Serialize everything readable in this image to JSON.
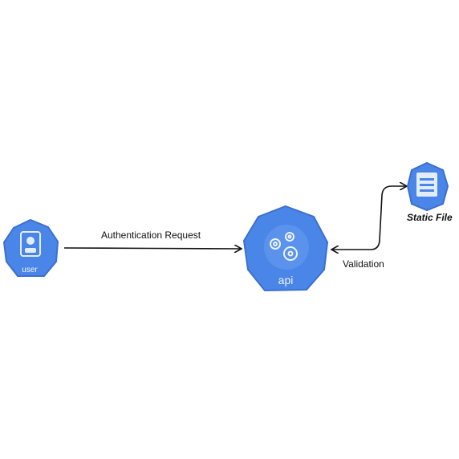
{
  "diagram": {
    "nodes": {
      "user": {
        "label": "user",
        "icon": "user-icon"
      },
      "api": {
        "label": "api",
        "icon": "gears-icon"
      },
      "static_file": {
        "label": "Static File",
        "icon": "document-icon"
      }
    },
    "edges": {
      "auth": {
        "label": "Authentication Request",
        "from": "user",
        "to": "api",
        "direction": "forward"
      },
      "validation": {
        "label": "Validation",
        "from": "api",
        "to": "static_file",
        "direction": "bidirectional"
      }
    }
  },
  "colors": {
    "node_fill": "#4a86e8",
    "node_stroke": "#3b6fd1",
    "line": "#111111"
  }
}
